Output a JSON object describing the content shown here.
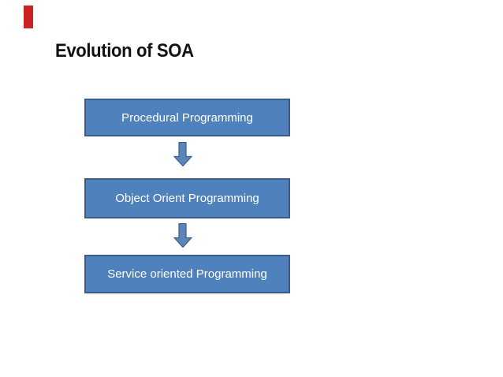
{
  "slide": {
    "title": "Evolution of SOA",
    "boxes": [
      {
        "label": "Procedural Programming"
      },
      {
        "label": "Object Orient Programming"
      },
      {
        "label": "Service oriented Programming"
      }
    ],
    "arrows": [
      {
        "icon": "down-arrow-icon"
      },
      {
        "icon": "down-arrow-icon"
      }
    ],
    "colors": {
      "accent_bar": "#cc2222",
      "title_color": "#111111",
      "box_fill": "#4f81bd",
      "box_border": "#385d8a",
      "box_text": "#ffffff",
      "arrow_fill": "#5b84b8",
      "arrow_border": "#38618c"
    }
  }
}
